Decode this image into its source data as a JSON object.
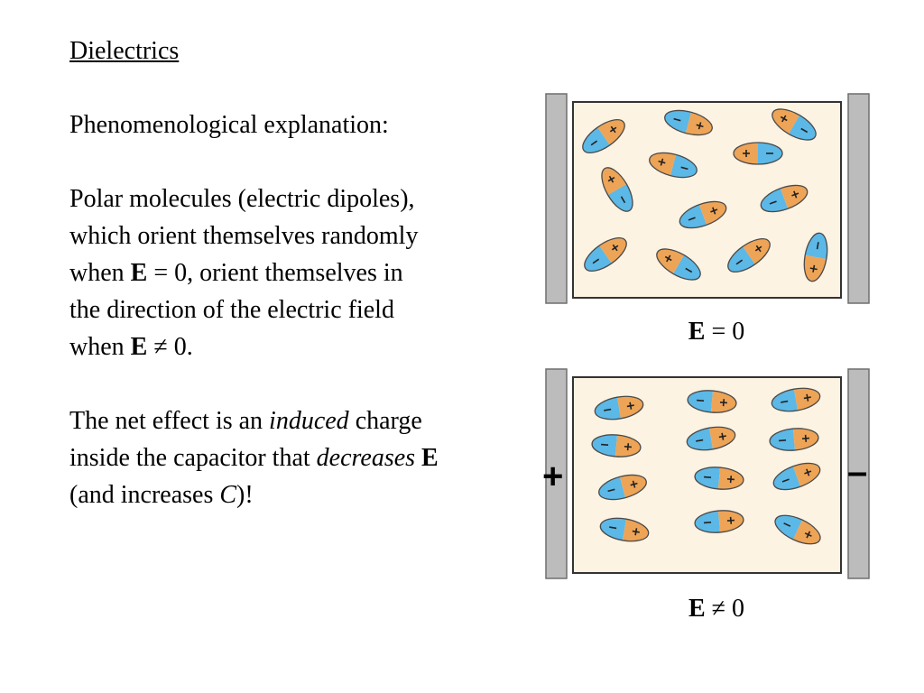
{
  "title": "Dielectrics",
  "subtitle": "Phenomenological explanation:",
  "para1": {
    "line1": "Polar molecules (electric dipoles),",
    "line2": "which orient themselves randomly",
    "line3_pre": "when ",
    "symbol_E": "E",
    "line3_mid": " = 0, orient themselves in",
    "line4": "the direction of the electric field",
    "line5_pre": "when ",
    "line5_post": " ≠ 0."
  },
  "para2": {
    "line1_pre": "The net effect is an ",
    "induced": "induced",
    "line1_post": " charge",
    "line2_pre": "inside the capacitor that ",
    "decreases": "decreases",
    "line2_post": " E",
    "line3_pre": "(and increases ",
    "C": "C",
    "line3_post": ")!"
  },
  "diagram": {
    "top_label_E": "E",
    "top_label_rest": " = 0",
    "bottom_label_E": "E",
    "bottom_label_rest": " ≠ 0",
    "left_plate_sign": "+",
    "right_plate_sign": "–",
    "colors": {
      "plate": "#bcbcbc",
      "plate_stroke": "#6e6e6e",
      "dielectric_bg": "#fdf3e3",
      "dielectric_stroke": "#333333",
      "negative_half": "#5cb8e6",
      "positive_half": "#eea456",
      "dipole_stroke": "#4a4a4a"
    }
  }
}
